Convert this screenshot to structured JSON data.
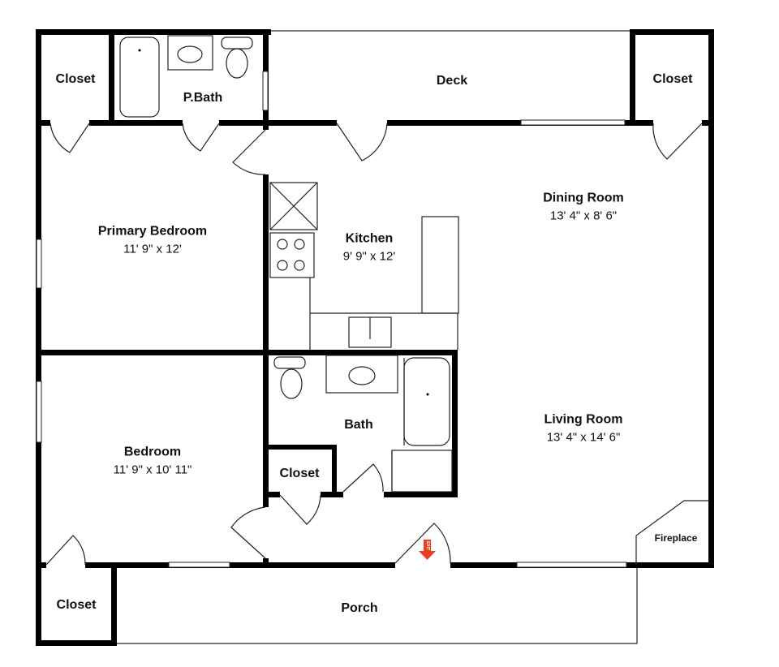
{
  "rooms": {
    "closet_top_left": {
      "name": "Closet"
    },
    "p_bath": {
      "name": "P.Bath"
    },
    "deck": {
      "name": "Deck"
    },
    "closet_top_right": {
      "name": "Closet"
    },
    "primary_bedroom": {
      "name": "Primary Bedroom",
      "dimensions": "11' 9\" x 12'"
    },
    "kitchen": {
      "name": "Kitchen",
      "dimensions": "9' 9\" x 12'"
    },
    "dining_room": {
      "name": "Dining Room",
      "dimensions": "13' 4\" x 8' 6\""
    },
    "bedroom": {
      "name": "Bedroom",
      "dimensions": "11' 9\" x 10' 11\""
    },
    "bath": {
      "name": "Bath"
    },
    "closet_bath": {
      "name": "Closet"
    },
    "living_room": {
      "name": "Living Room",
      "dimensions": "13' 4\" x 14' 6\""
    },
    "fireplace": {
      "name": "Fireplace"
    },
    "closet_bottom_left": {
      "name": "Closet"
    },
    "porch": {
      "name": "Porch"
    }
  },
  "exit_sign": {
    "text": "EXIT",
    "color": "#e8401c"
  },
  "colors": {
    "wall": "#000000",
    "background": "#ffffff"
  }
}
